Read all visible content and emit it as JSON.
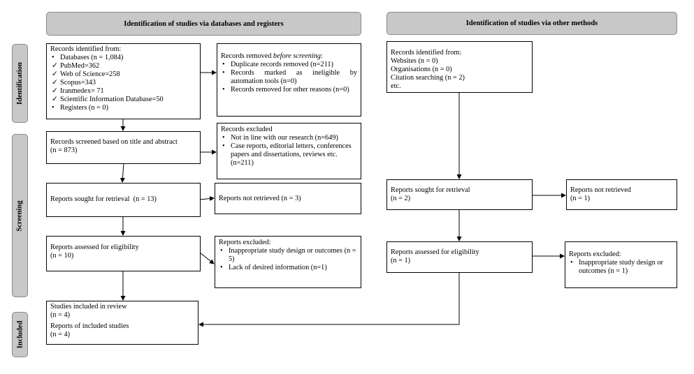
{
  "headers": {
    "left": "Identification of studies via databases and registers",
    "right": "Identification of studies via other methods"
  },
  "phases": {
    "identification": "Identification",
    "screening": "Screening",
    "included": "Included"
  },
  "db": {
    "identified": {
      "title": "Records identified from:",
      "items": [
        {
          "mark": "bullet",
          "text": "Databases (n = 1,084)"
        },
        {
          "mark": "check",
          "text": "PubMed=362"
        },
        {
          "mark": "check",
          "text": "Web of Science=258"
        },
        {
          "mark": "check",
          "text": "Scopus=343"
        },
        {
          "mark": "check",
          "text": "Iranmedex= 71"
        },
        {
          "mark": "check",
          "text": "Scientific Information Database=50"
        },
        {
          "mark": "bullet",
          "text": "Registers (n = 0)"
        }
      ]
    },
    "removed": {
      "title_prefix": "Records removed ",
      "title_em": "before screening",
      "title_suffix": ":",
      "items": [
        "Duplicate records removed (n=211)",
        "Records marked as ineligible by automation tools (n=0)",
        "Records removed for other reasons (n=0)"
      ]
    },
    "screened": {
      "line1": "Records screened based on title and abstract",
      "line2": "(n = 873)"
    },
    "excluded": {
      "title": "Records excluded",
      "items": [
        "Not in line with our research (n=649)",
        "Case reports, editorial letters, conferences papers and dissertations, reviews etc. (n=211)"
      ]
    },
    "sought": {
      "line1": "Reports sought for retrieval  (n = 13)"
    },
    "not_retrieved": {
      "line1": "Reports not retrieved (n = 3)"
    },
    "assessed": {
      "line1": "Reports assessed for eligibility",
      "line2": "(n = 10)"
    },
    "reports_excluded": {
      "title": "Reports excluded:",
      "items": [
        "Inappropriate study design or outcomes (n = 5)",
        "Lack of desired information (n=1)"
      ]
    },
    "included": {
      "line1": "Studies included in review",
      "line2": "(n = 4)",
      "line3": "Reports of included studies",
      "line4": "(n = 4)"
    }
  },
  "other": {
    "identified": {
      "lines": [
        "Records identified from:",
        "Websites (n = 0)",
        "Organisations (n = 0)",
        "Citation searching (n = 2)",
        "etc."
      ]
    },
    "sought": {
      "line1": "Reports sought for retrieval",
      "line2": "(n = 2)"
    },
    "not_retrieved": {
      "line1": "Reports not retrieved",
      "line2": "(n = 1)"
    },
    "assessed": {
      "line1": "Reports assessed for eligibility",
      "line2": "(n = 1)"
    },
    "reports_excluded": {
      "title": "Reports excluded:",
      "items": [
        "Inappropriate study design or outcomes (n = 1)"
      ]
    }
  }
}
